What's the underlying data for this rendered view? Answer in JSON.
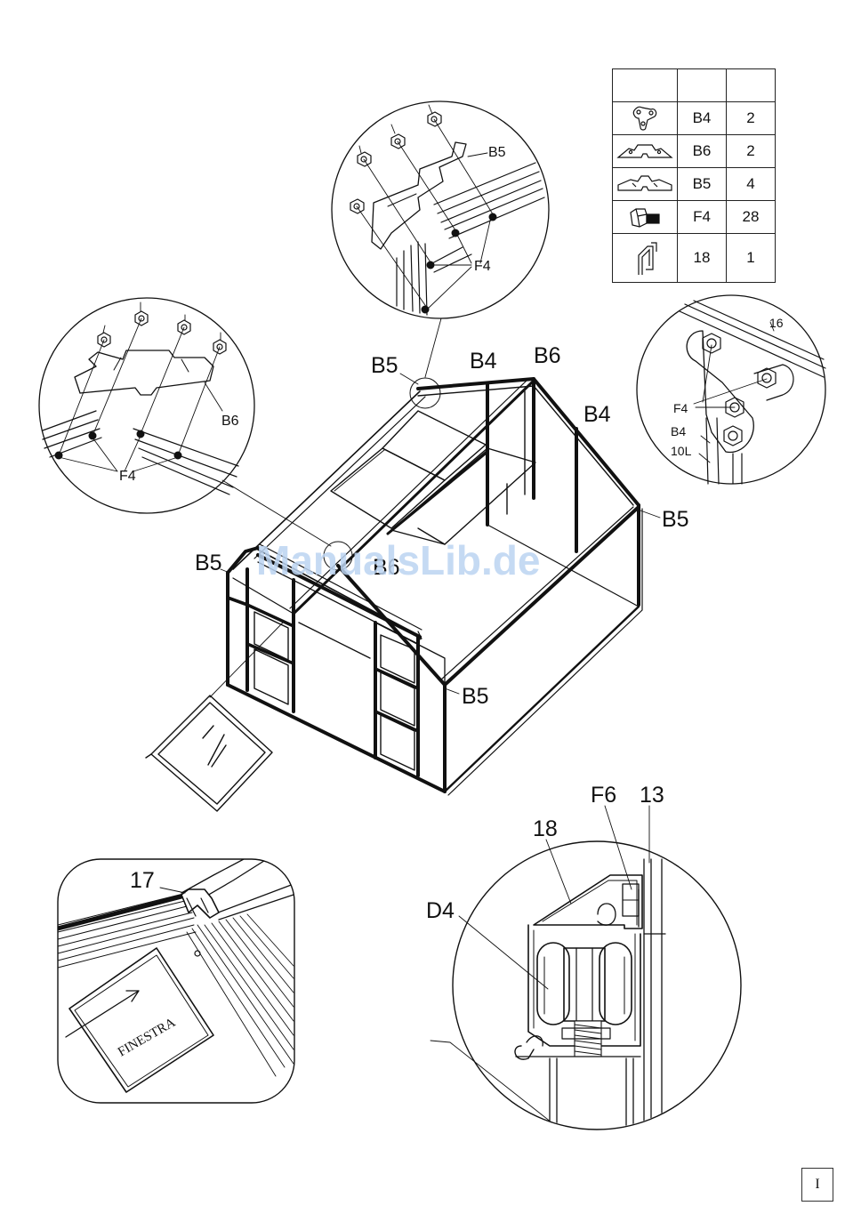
{
  "parts_table": {
    "header": [
      "",
      "",
      ""
    ],
    "rows": [
      {
        "icon": "bracket-b4-icon",
        "code": "B4",
        "qty": "2"
      },
      {
        "icon": "bracket-b6-icon",
        "code": "B6",
        "qty": "2"
      },
      {
        "icon": "bracket-b5-icon",
        "code": "B5",
        "qty": "4"
      },
      {
        "icon": "bolt-f4-icon",
        "code": "F4",
        "qty": "28"
      },
      {
        "icon": "profile-18-icon",
        "code": "18",
        "qty": "1"
      }
    ]
  },
  "labels": {
    "b5_detail_part": "B5",
    "b5_detail_fastener": "F4",
    "b6_detail_part": "B6",
    "b6_detail_fastener": "F4",
    "b4_detail_profile": "16",
    "b4_detail_fastener": "F4",
    "b4_detail_part": "B4",
    "b4_detail_profile2": "10L",
    "main_b5_ridge": "B5",
    "main_b4_left": "B4",
    "main_b6": "B6",
    "main_b4_right": "B4",
    "main_b5_right": "B5",
    "main_b5_left": "B5",
    "main_b6_front": "B6",
    "main_b5_front": "B5",
    "window_profile": "17",
    "window_text": "FINESTRA",
    "door_18": "18",
    "door_f6": "F6",
    "door_13": "13",
    "door_d4": "D4"
  },
  "watermark": "ManualsLib.de",
  "page_number": "I"
}
